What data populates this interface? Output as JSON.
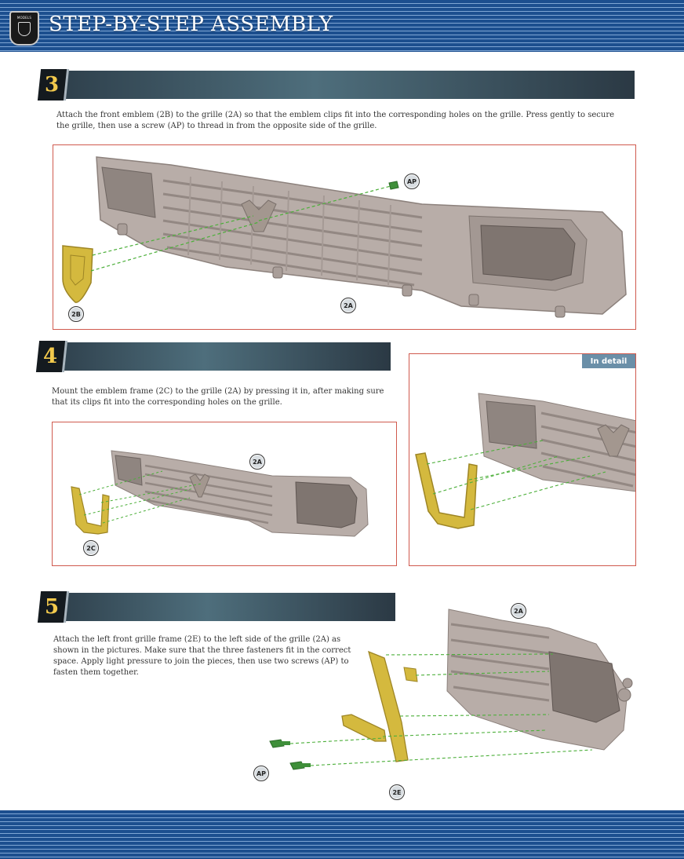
{
  "header": {
    "title": "STEP-BY-STEP ASSEMBLY",
    "logo_text": "MODELS"
  },
  "colors": {
    "header_blue": "#1c4f8f",
    "header_stripe": "#7fa6d4",
    "step_number": "#f2c94c",
    "frame_border": "#d05a4e",
    "detail_tag": "#6a8fa8",
    "part_grey": "#b3a8a3",
    "part_yellow": "#d4b93e",
    "screw_green": "#3f8f3a",
    "guide_line_green": "#4caf3a"
  },
  "steps": [
    {
      "number": "3",
      "text": "Attach the front emblem (2B) to the grille (2A) so that the emblem clips fit into the corresponding holes on the grille. Press gently to secure the grille, then use a screw (AP) to thread in from the opposite side of the grille.",
      "labels": [
        "AP",
        "2B",
        "2A"
      ]
    },
    {
      "number": "4",
      "text": "Mount the emblem frame (2C) to the grille (2A) by pressing it in, after making sure that its clips fit into the corresponding holes on the grille.",
      "labels": [
        "2A",
        "2C"
      ],
      "detail_label": "In detail"
    },
    {
      "number": "5",
      "text": "Attach the left front grille frame (2E) to the left side of the grille (2A) as shown in the pictures. Make sure that the three fasteners fit in the correct space. Apply light pressure to join the pieces, then use two screws (AP) to fasten them together.",
      "labels": [
        "2A",
        "AP",
        "2E"
      ]
    }
  ]
}
